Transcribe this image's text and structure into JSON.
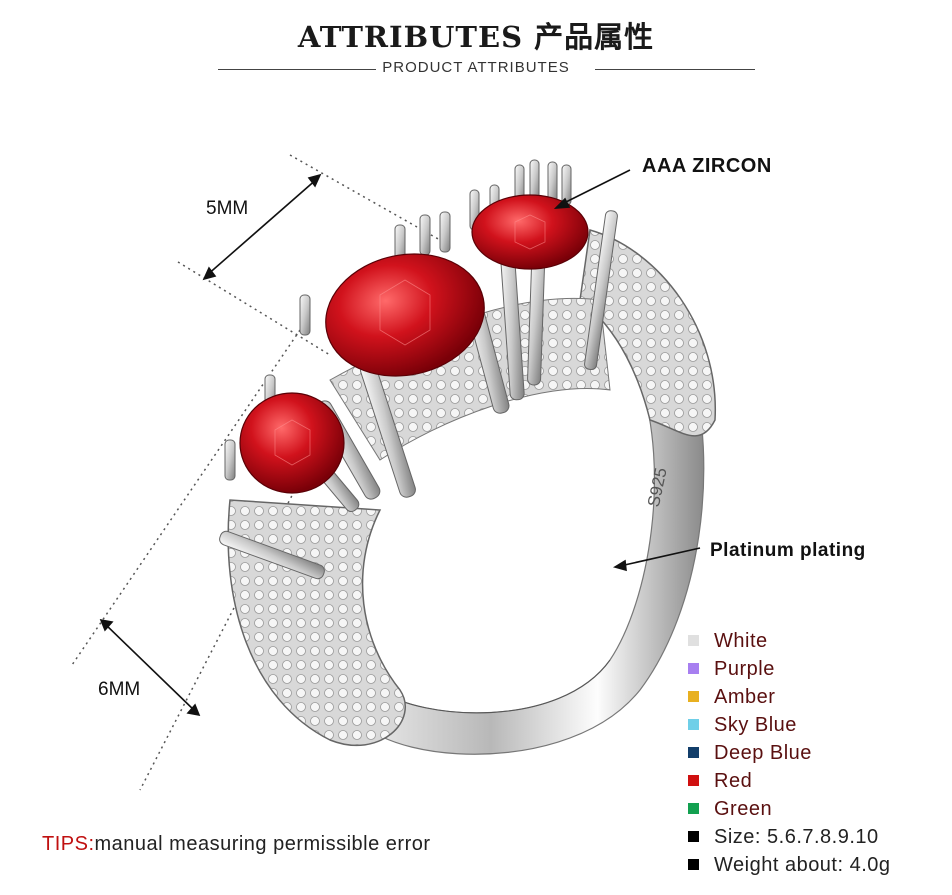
{
  "header": {
    "title": "ATTRIBUTES 产品属性",
    "subtitle": "PRODUCT ATTRIBUTES"
  },
  "dimensions": {
    "top_label": "5MM",
    "bottom_label": "6MM"
  },
  "callouts": {
    "stone": "AAA ZIRCON",
    "plating": "Platinum plating",
    "stamp": "S925"
  },
  "legend": [
    {
      "label": "White",
      "color": "#e0e0e0"
    },
    {
      "label": "Purple",
      "color": "#a77ff0"
    },
    {
      "label": "Amber",
      "color": "#e8b020"
    },
    {
      "label": "Sky Blue",
      "color": "#6fcfe8"
    },
    {
      "label": "Deep Blue",
      "color": "#123e6a"
    },
    {
      "label": "Red",
      "color": "#d01010"
    },
    {
      "label": "Green",
      "color": "#12a050"
    },
    {
      "label": "Size: 5.6.7.8.9.10",
      "color": "#000000"
    },
    {
      "label": "Weight about: 4.0g",
      "color": "#000000"
    }
  ],
  "tips": {
    "prefix": "TIPS:",
    "text": "manual measuring permissible error"
  }
}
